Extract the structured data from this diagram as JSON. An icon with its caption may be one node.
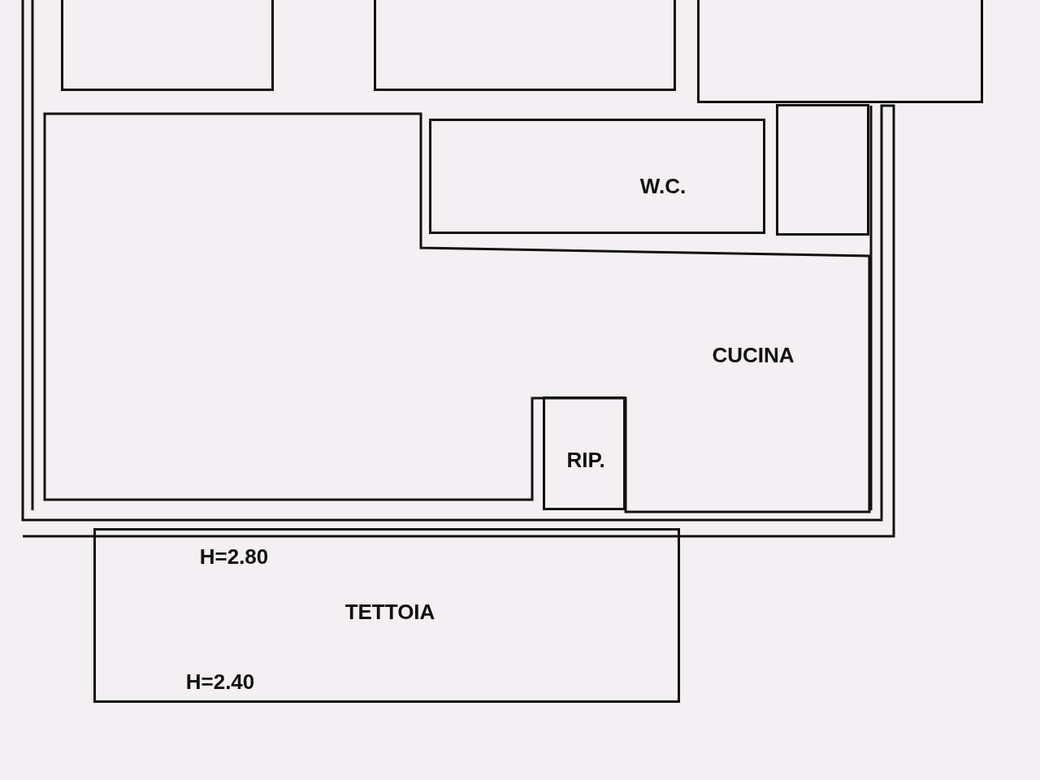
{
  "diagram": {
    "nodes": [
      {
        "text": [],
        "shape": "box"
      },
      {
        "text": [],
        "shape": "box"
      },
      {
        "text": [],
        "shape": "box"
      },
      {
        "text": [
          "W.C."
        ]
      },
      {
        "text": [],
        "shape": "box"
      },
      {
        "text": [
          "CUCINA"
        ]
      },
      {
        "text": [
          "RIP."
        ]
      },
      {
        "text": [
          "H=2.80",
          "TETTOIA",
          "H=2.40"
        ]
      }
    ]
  }
}
